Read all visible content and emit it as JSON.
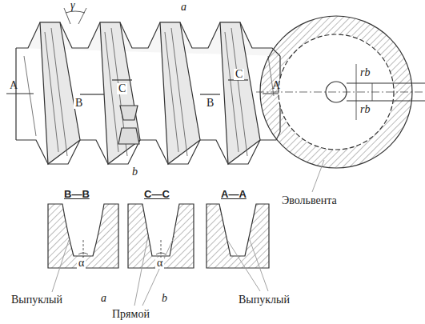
{
  "diagram": {
    "labels": [
      "γ",
      "a",
      "A",
      "A",
      "B",
      "B",
      "C",
      "C",
      "b",
      "B—B",
      "C—C",
      "A—A",
      "Выпуклый",
      "a",
      "b",
      "Прямой",
      "Выпуклый",
      "α",
      "α",
      "rb",
      "rb",
      "Эвольвента"
    ]
  }
}
